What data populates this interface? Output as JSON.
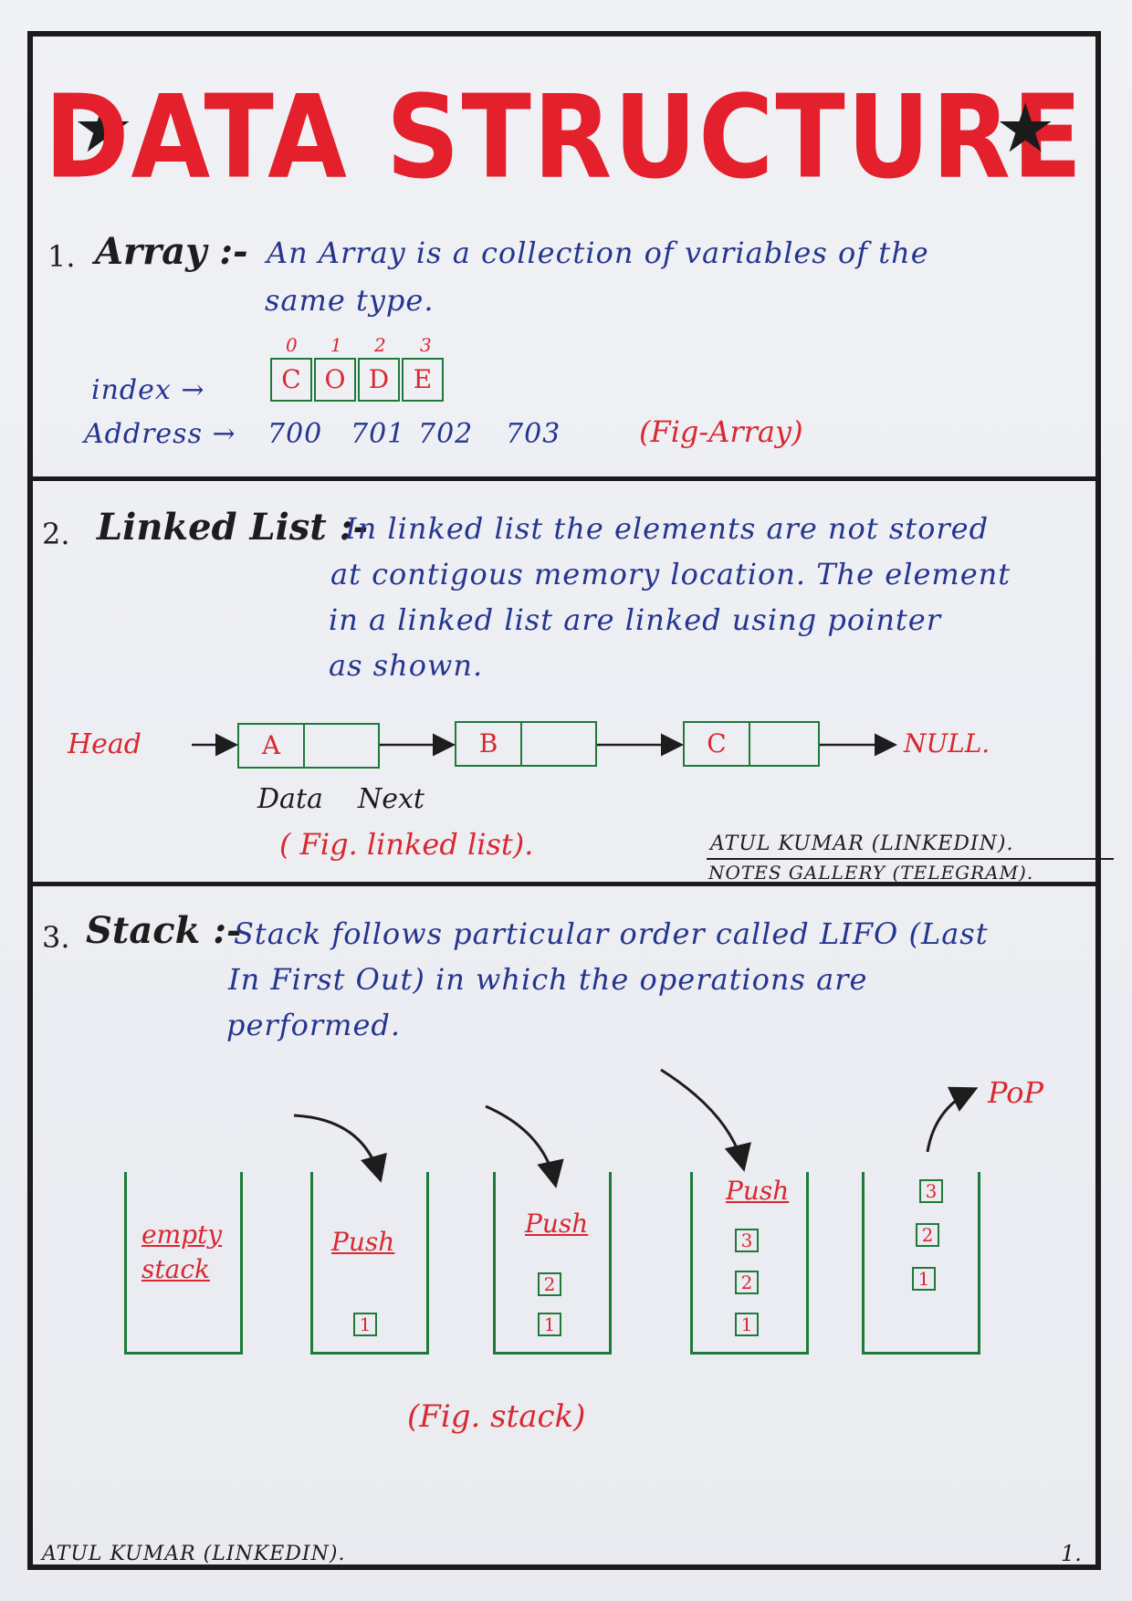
{
  "title": "DATA STRUCTURE",
  "star_glyph": "★",
  "colors": {
    "heading_red": "#e3202b",
    "ink_blue": "#24358f",
    "box_green": "#1f7a3a",
    "ink_black": "#1d1d1d"
  },
  "array": {
    "number": "1.",
    "heading": "Array :-",
    "line1": "An Array is a collection of variables of the",
    "line2": "same type.",
    "indices": [
      "0",
      "1",
      "2",
      "3"
    ],
    "cells": [
      "C",
      "O",
      "D",
      "E"
    ],
    "index_label": "index →",
    "address_label": "Address →",
    "addresses": [
      "700",
      "701",
      "702",
      "703"
    ],
    "caption": "(Fig-Array)"
  },
  "linked_list": {
    "number": "2.",
    "heading": "Linked List :-",
    "lines": [
      "In linked list the elements are not stored",
      "at contigous memory location. The element",
      "in a linked list are linked using pointer",
      "as shown."
    ],
    "head_label": "Head",
    "nodes": [
      "A",
      "B",
      "C"
    ],
    "null_label": "NULL.",
    "data_label": "Data",
    "next_label": "Next",
    "caption": "( Fig. linked list).",
    "credit1": "ATUL KUMAR (LINKEDIN).",
    "credit2": "NOTES GALLERY (TELEGRAM)."
  },
  "stack": {
    "number": "3.",
    "heading": "Stack :-",
    "lines": [
      "Stack follows particular order called LIFO (Last",
      "In First Out) in which the operations are",
      "performed."
    ],
    "empty_label": [
      "empty",
      "stack"
    ],
    "push_label": "Push",
    "pop_label": "PoP",
    "items": [
      "1",
      "2",
      "3"
    ],
    "caption": "(Fig. stack)"
  },
  "footer": {
    "credit": "ATUL KUMAR (LINKEDIN).",
    "page": "1."
  }
}
